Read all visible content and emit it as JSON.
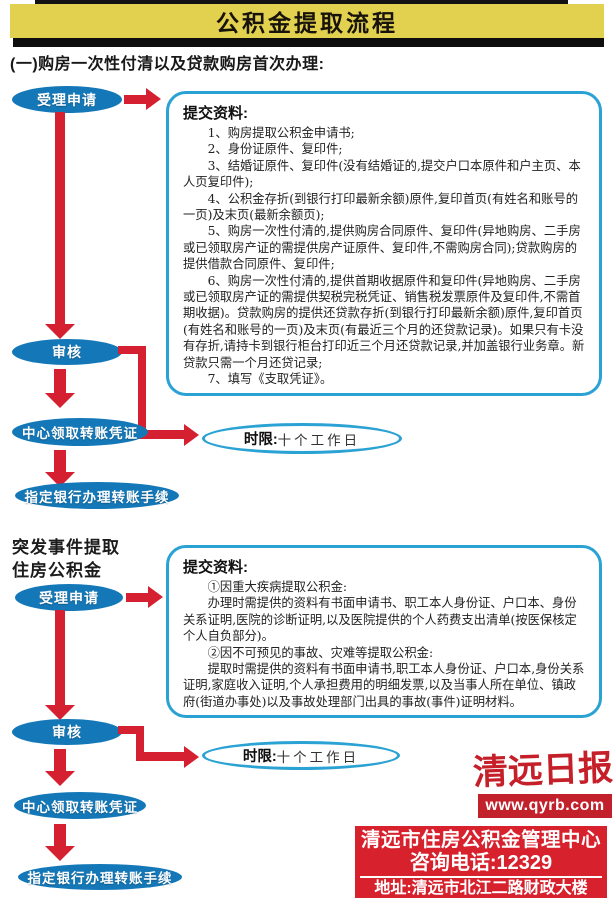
{
  "header": {
    "title": "公积金提取流程"
  },
  "section1": {
    "subtitle": "(一)购房一次性付清以及贷款购房首次办理:",
    "steps": [
      "受理申请",
      "审核",
      "中心领取转账凭证",
      "指定银行办理转账手续"
    ],
    "materials": {
      "title": "提交资料:",
      "items": [
        "1、购房提取公积金申请书;",
        "2、身份证原件、复印件;",
        "3、结婚证原件、复印件(没有结婚证的,提交户口本原件和户主页、本人页复印件);",
        "4、公积金存折(到银行打印最新余额)原件,复印首页(有姓名和账号的一页)及末页(最新余额页);",
        "5、购房一次性付清的,提供购房合同原件、复印件(异地购房、二手房或已领取房产证的需提供房产证原件、复印件,不需购房合同);贷款购房的提供借款合同原件、复印件;",
        "6、购房一次性付清的,提供首期收据原件和复印件(异地购房、二手房或已领取房产证的需提供契税完税凭证、销售税发票原件及复印件,不需首期收据)。贷款购房的提供还贷款存折(到银行打印最新余额)原件,复印首页(有姓名和账号的一页)及末页(有最近三个月的还贷款记录)。如果只有卡没有存折,请持卡到银行柜台打印近三个月还贷款记录,并加盖银行业务章。新贷款只需一个月还贷记录;",
        "7、填写《支取凭证》。"
      ]
    },
    "time_limit": {
      "label": "时限:",
      "value": "十个工作日"
    }
  },
  "section2": {
    "heading_line1": "突发事件提取",
    "heading_line2": "住房公积金",
    "steps": [
      "受理申请",
      "审核",
      "中心领取转账凭证",
      "指定银行办理转账手续"
    ],
    "materials": {
      "title": "提交资料:",
      "paragraphs": [
        "①因重大疾病提取公积金:",
        "办理时需提供的资料有书面申请书、职工本人身份证、户口本、身份关系证明,医院的诊断证明,以及医院提供的个人药费支出清单(按医保核定个人自负部分)。",
        "②因不可预见的事故、灾难等提取公积金:",
        "提取时需提供的资料有书面申请书,职工本人身份证、户口本,身份关系证明,家庭收入证明,个人承担费用的明细发票,以及当事人所在单位、镇政府(街道办事处)以及事故处理部门出具的事故(事件)证明材料。"
      ]
    },
    "time_limit": {
      "label": "时限:",
      "value": "十个工作日"
    }
  },
  "footer": {
    "newspaper_logo": "清远日报",
    "website": "www.qyrb.com",
    "org_name": "清远市住房公积金管理中心",
    "phone": "咨询电话:12329",
    "address": "地址:清远市北江二路财政大楼"
  },
  "colors": {
    "header_yellow": "#e2d14f",
    "flow_blue": "#1478b8",
    "box_border_blue": "#2aa2d3",
    "arrow_red": "#d42031",
    "footer_red": "#d7222e"
  }
}
